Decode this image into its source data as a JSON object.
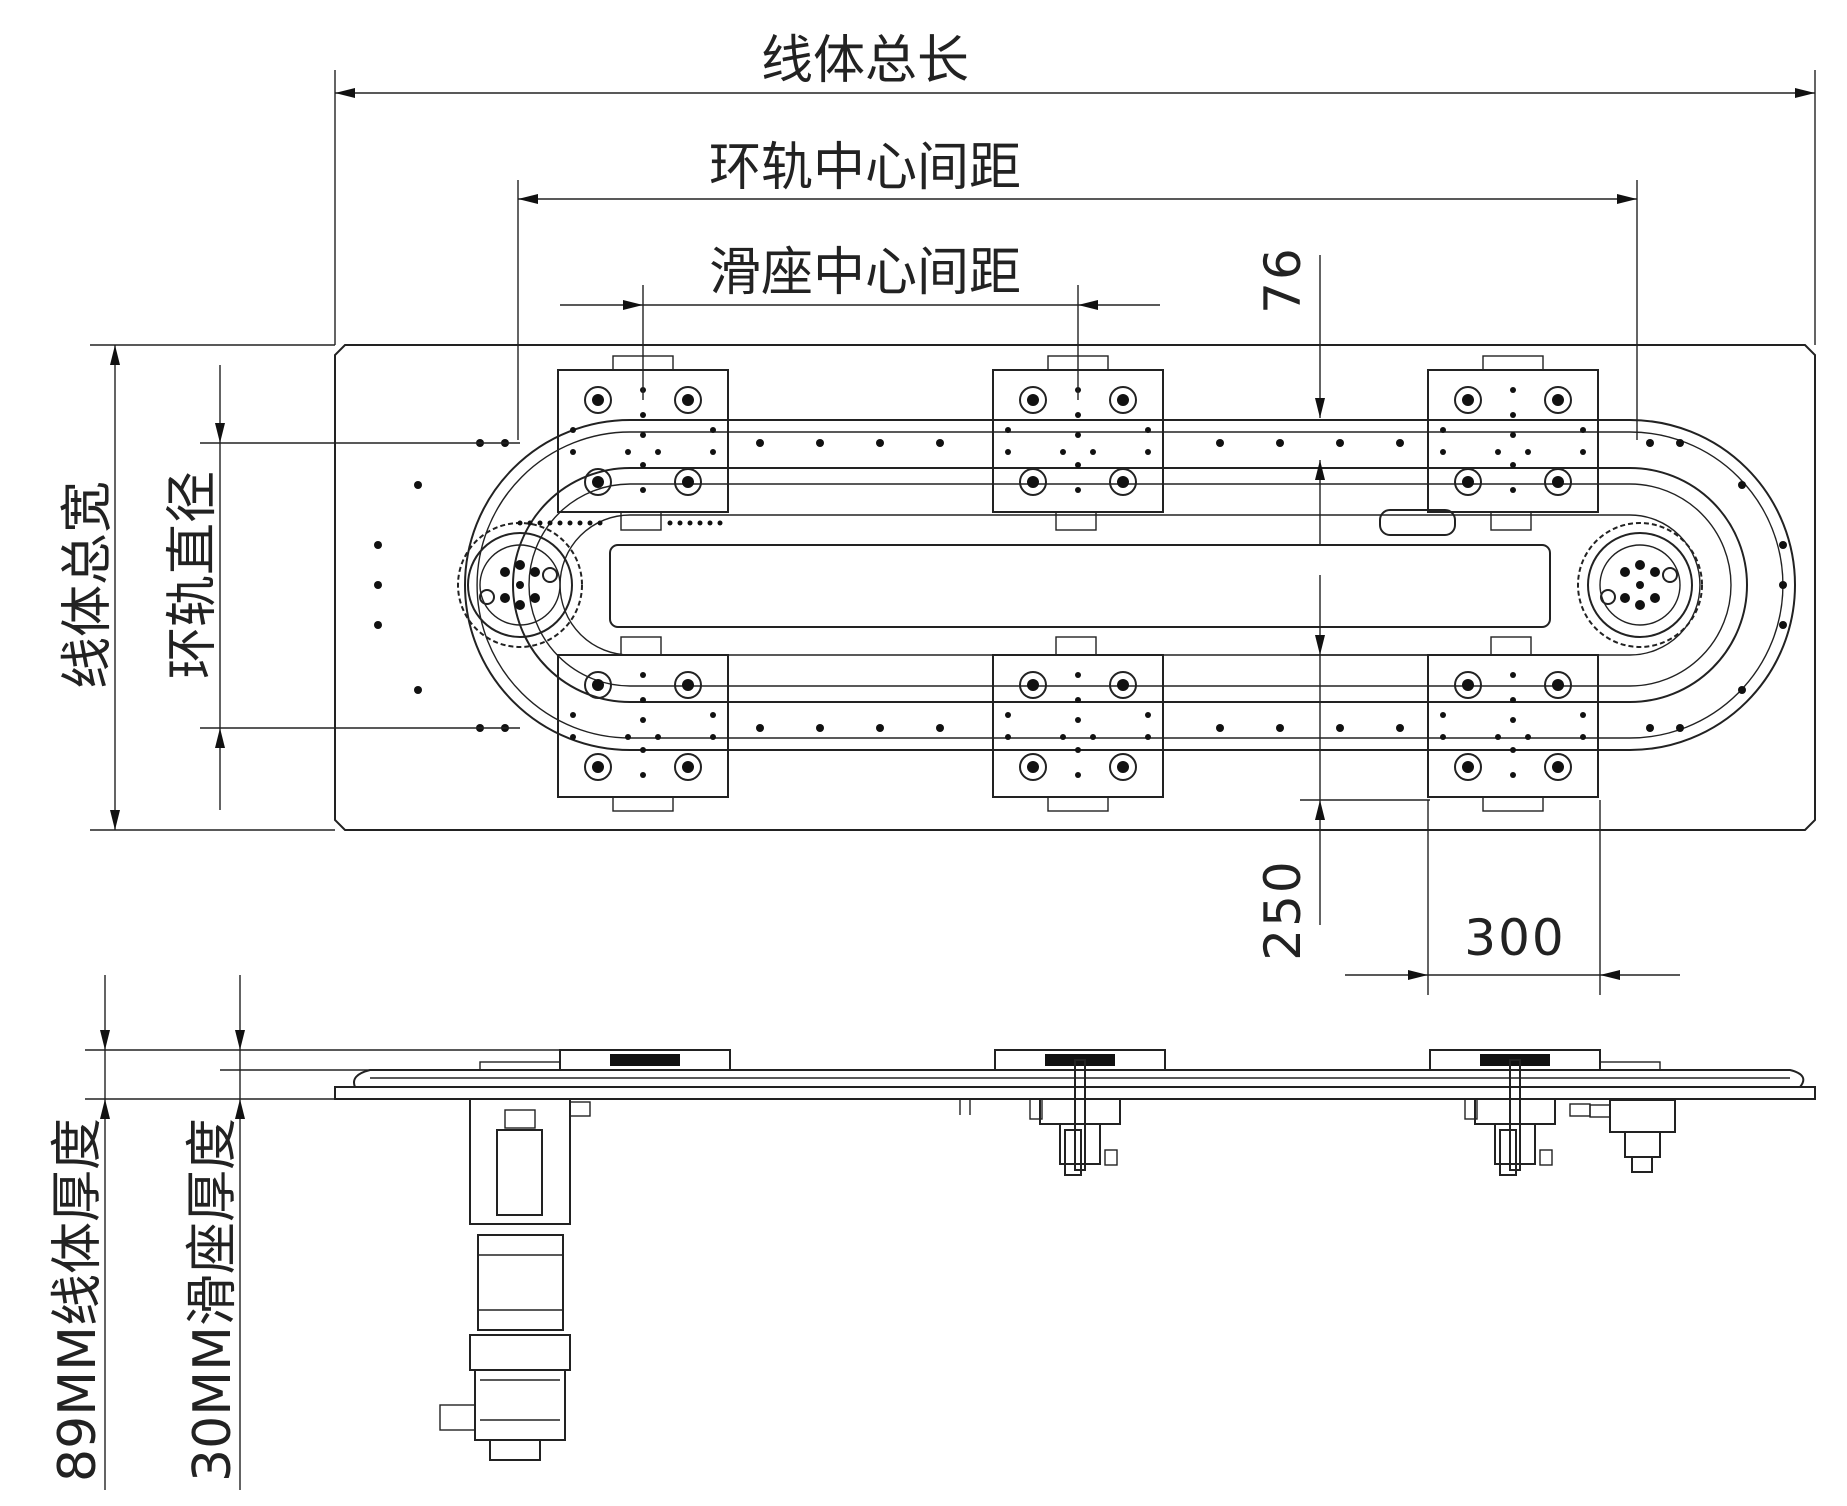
{
  "labels": {
    "total_length": "线体总长",
    "ring_center_distance": "环轨中心间距",
    "slider_center_distance": "滑座中心间距",
    "total_width": "线体总宽",
    "ring_diameter": "环轨直径",
    "line_thickness": "89MM线体厚度",
    "slider_thickness": "30MM滑座厚度"
  },
  "dimensions": {
    "slider_offset": "76",
    "slider_gap": "250",
    "slider_width": "300"
  },
  "colors": {
    "line": "#222222",
    "background": "#ffffff"
  }
}
